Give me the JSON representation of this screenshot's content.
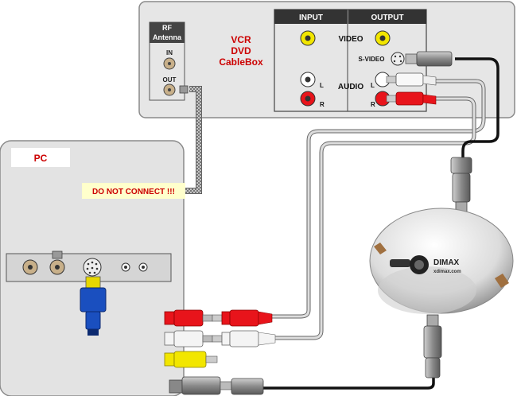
{
  "vcr_panel": {
    "rf_title_line1": "RF",
    "rf_title_line2": "Antenna",
    "rf_in": "IN",
    "rf_out": "OUT",
    "device_line1": "VCR",
    "device_line2": "DVD",
    "device_line3": "CableBox",
    "input_header": "INPUT",
    "output_header": "OUTPUT",
    "video_label": "VIDEO",
    "svideo_label": "S-VIDEO",
    "audio_label": "AUDIO",
    "left_label": "L",
    "right_label": "R"
  },
  "pc_panel": {
    "title": "PC",
    "warning": "DO NOT CONNECT !!!"
  },
  "device": {
    "brand": "DIMAX",
    "website": "xdimax.com"
  },
  "colors": {
    "audio_left": "#ffffff",
    "audio_right": "#e8141b",
    "video": "#f2e600",
    "svideo_plug": "#1a4fbf",
    "warning_bg": "#ffffcc",
    "title_red": "#cc0000",
    "header_bg": "#333333"
  }
}
